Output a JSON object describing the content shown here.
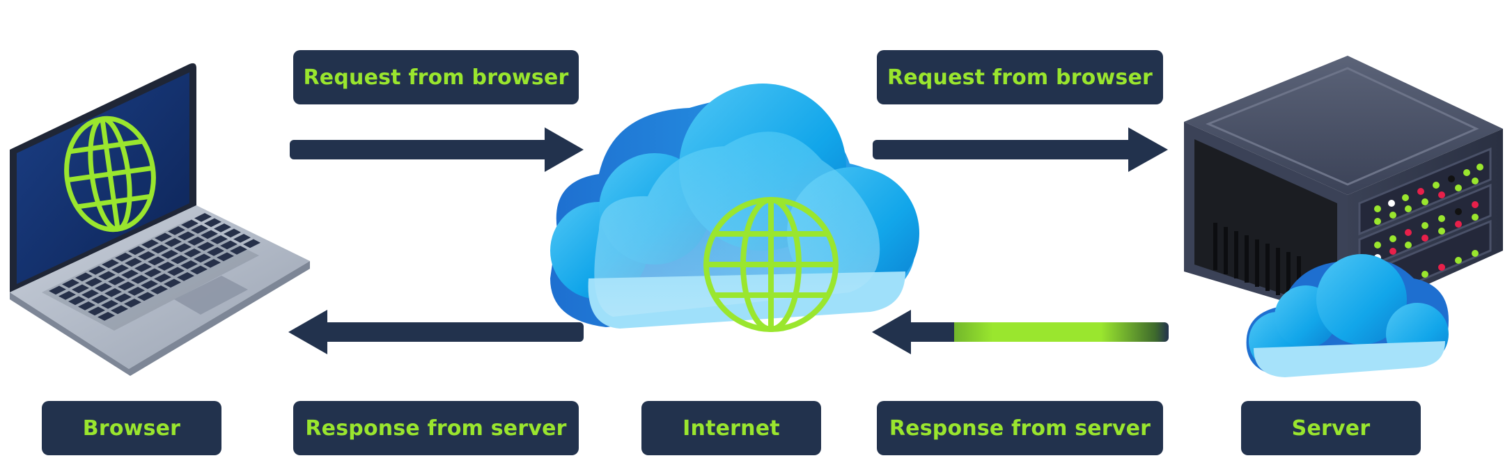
{
  "labels": {
    "req_left": "Request from browser",
    "req_right": "Request from browser",
    "resp_left": "Response from server",
    "resp_right": "Response from server",
    "browser": "Browser",
    "internet": "Internet",
    "server": "Server"
  },
  "colors": {
    "navy": "#22324d",
    "accent_green": "#9ae62e",
    "cloud_blue": "#1aa7ec",
    "server_body": "#2d3448"
  },
  "icons": [
    "laptop-icon",
    "globe-icon",
    "cloud-icon",
    "server-icon",
    "arrow-right-icon",
    "arrow-left-icon"
  ]
}
